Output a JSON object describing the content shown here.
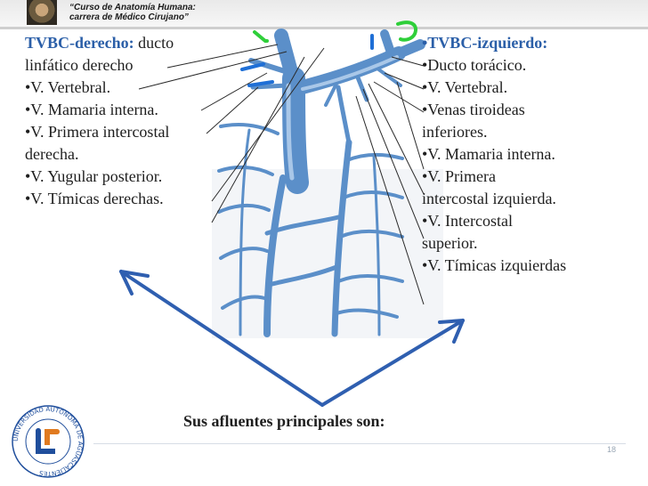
{
  "header": {
    "line1": "“Curso de Anatomía Humana:",
    "line2": "carrera de Médico Cirujano”"
  },
  "left": {
    "title": "TVBC-derecho:",
    "title_rest": " ducto",
    "items": [
      "linfático derecho",
      "•V. Vertebral.",
      "•V. Mamaria interna.",
      "•V. Primera intercostal",
      "derecha.",
      "•V. Yugular posterior.",
      "•V. Tímicas derechas."
    ]
  },
  "right": {
    "title": "•TVBC-izquierdo:",
    "items": [
      "•Ducto torácico.",
      "•V. Vertebral.",
      "•Venas tiroideas",
      "inferiores.",
      "•V. Mamaria interna.",
      "•V. Primera",
      "intercostal izquierda.",
      "•V. Intercostal",
      "superior.",
      "•V. Tímicas izquierdas"
    ]
  },
  "summary": "Sus afluentes principales son:",
  "page_number": "18",
  "logo": {
    "ring_text": "UNIVERSIDAD AUTÓNOMA DE AGUASCALIENTES",
    "colors": {
      "blue": "#1f4e9c",
      "orange": "#e07a1f"
    }
  },
  "colors": {
    "vein": "#5b8fc9",
    "vein_dark": "#3f6fa7",
    "heading": "#2b5fa8",
    "arrow": "#2f5fb0",
    "marker_green": "#2fcf3a"
  }
}
